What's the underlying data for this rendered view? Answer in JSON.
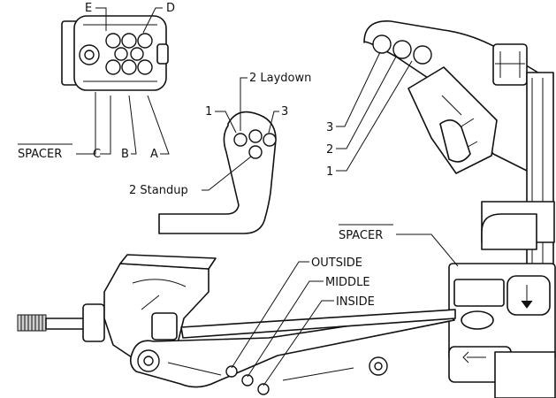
{
  "labels": {
    "e": "E",
    "d": "D",
    "spacer": "SPACER",
    "c": "C",
    "b": "B",
    "a": "A",
    "laydown": "2 Laydown",
    "one": "1",
    "three": "3",
    "standup": "2 Standup",
    "right_3": "3",
    "right_2": "2",
    "right_1": "1",
    "spacer_main": "SPACER",
    "outside": "OUTSIDE",
    "middle": "MIDDLE",
    "inside": "INSIDE"
  }
}
